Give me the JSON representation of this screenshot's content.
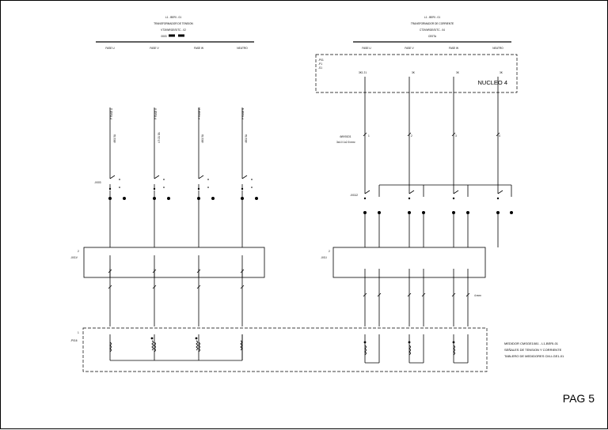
{
  "left_header": {
    "line1": "L1 - BERI - 01",
    "line2": "TRANSFORMADOR DE TENSION",
    "line3": "VT3VNRGE/S/TC - 02",
    "line4": "0003"
  },
  "right_header": {
    "line1": "L1 - BERI - 01",
    "line2": "TRANSFORMADOR DE CORRIENTE",
    "line3": "CT3VNRGE/S/TC - 04",
    "line4": "CE0TA"
  },
  "left_phases": [
    "FASE U",
    "FASE V",
    "FASE W",
    "NEUTRO"
  ],
  "right_phases": [
    "FASE U",
    "FASE V",
    "FASE W",
    "NEUTRO"
  ],
  "vt_vertical_labels": [
    "F FASE U",
    "F FASE V",
    "F FASE W",
    "F FASE N"
  ],
  "vt_cable_labels": [
    "4M1 5A",
    "4 3 21 5A",
    "4M1 5A",
    "4M1 5A"
  ],
  "ct_box": {
    "tag_lines": [
      "-P01",
      "-P1",
      "-S1"
    ],
    "core_label": "NUCLEO 4",
    "terminals": [
      "3K1 21",
      "3K",
      "3K",
      "3K"
    ]
  },
  "ct_cable_label": [
    "4WV01D1",
    "3x4.0 1x2.5 mm²"
  ],
  "ct_wire_nums": [
    "1",
    "2",
    "3",
    "4"
  ],
  "left_switch_tag": "-X003",
  "right_switch_tag": "-X0112",
  "left_terminal_block": {
    "num": "2",
    "tag": "-X01V"
  },
  "right_terminal_block": {
    "num": "2",
    "tag": "-X01I"
  },
  "meter_block": {
    "num": "1",
    "tag": "-P016"
  },
  "wire_spec": "4 mm²",
  "meter_desc": [
    "MEDIDOR CMSGE1081 - L1-BERI-01",
    "SEÑALES DE TENSION Y CORRIENTE",
    "TABLERO DE MEDIDORES CM-I-GE1-01"
  ],
  "page_label": "PAG 5"
}
